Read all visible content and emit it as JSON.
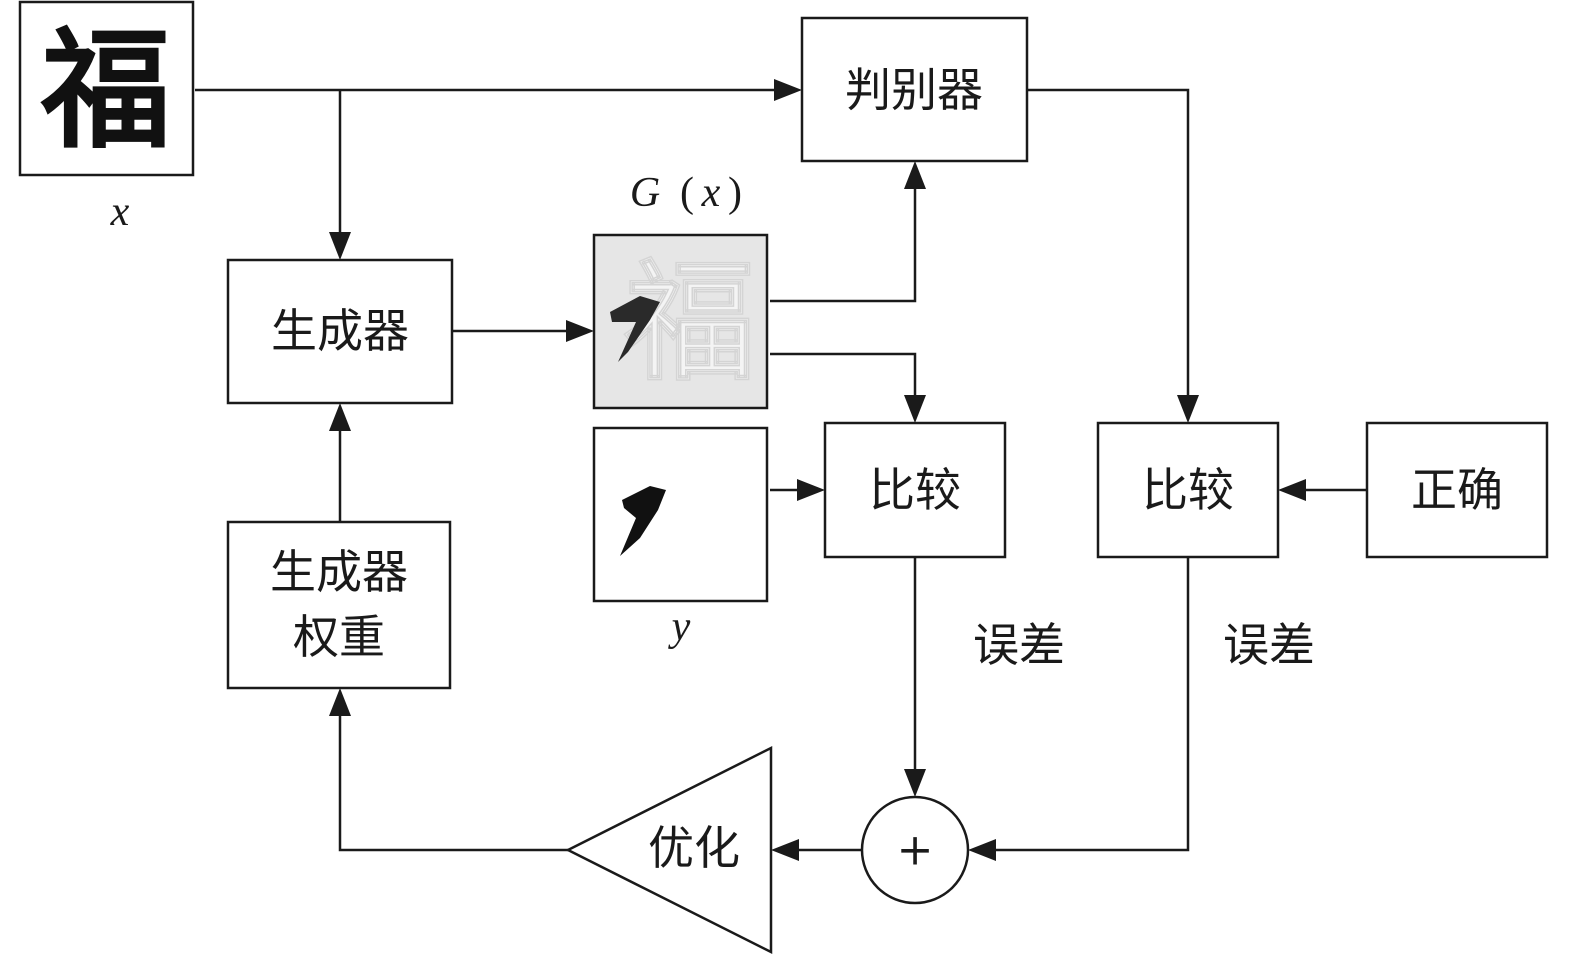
{
  "input_image": {
    "glyph": "福",
    "label": "x"
  },
  "generated_image": {
    "label_func": "G",
    "label_open": "(",
    "label_arg": "x",
    "label_close": ")"
  },
  "target_image": {
    "label": "y"
  },
  "blocks": {
    "discriminator": "判别器",
    "generator": "生成器",
    "generator_weights_line1": "生成器",
    "generator_weights_line2": "权重",
    "compare_left": "比较",
    "compare_right": "比较",
    "correct": "正确",
    "optimize": "优化",
    "sum_symbol": "+"
  },
  "annotations": {
    "error_left": "误差",
    "error_right": "误差"
  },
  "colors": {
    "line": "#1a1a1a",
    "generated_bg": "#e6e6e6"
  }
}
